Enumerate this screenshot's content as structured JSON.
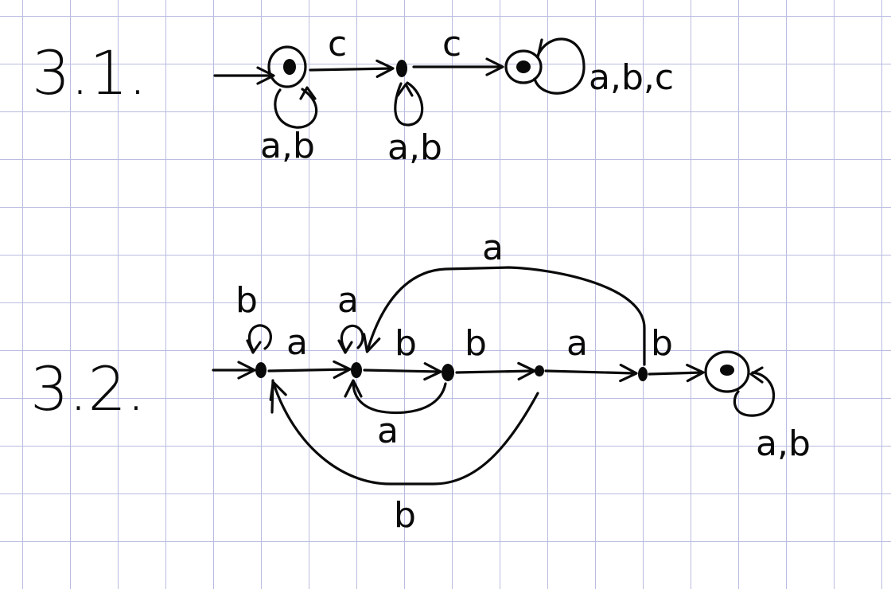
{
  "problems": [
    {
      "heading": "3.1.",
      "labels": {
        "c1": "c",
        "c2": "c",
        "loop_q0": "a,b",
        "loop_q1": "a,b",
        "loop_q2": "a,b,c"
      }
    },
    {
      "heading": "3.2.",
      "labels": {
        "loop_s0": "b",
        "s0_s1": "a",
        "loop_s1": "a",
        "s1_s2": "b",
        "s2_s3": "b",
        "s3_s4": "a",
        "s4_s5": "b",
        "s2_s1": "a",
        "s3_s0": "b",
        "s4_s1": "a",
        "loop_s5": "a,b"
      }
    }
  ],
  "ink_color": "#0a0a0a",
  "grid_color": "#b9bce0"
}
